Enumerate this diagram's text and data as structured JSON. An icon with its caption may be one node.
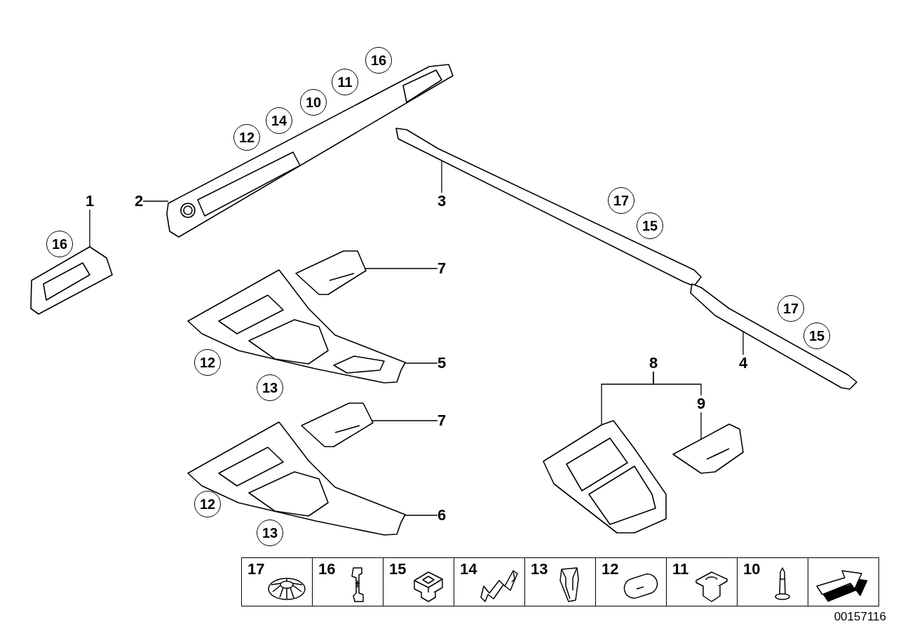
{
  "diagram": {
    "nodes": [
      {
        "text": [
          "1"
        ]
      },
      {
        "text": [],
        "shape": "picture"
      },
      {
        "text": [
          "2"
        ]
      },
      {
        "text": [],
        "shape": "picture"
      },
      {
        "text": [
          "3"
        ]
      },
      {
        "text": [],
        "shape": "picture"
      },
      {
        "text": [
          "4"
        ]
      },
      {
        "text": [],
        "shape": "picture"
      },
      {
        "text": [
          "5"
        ]
      },
      {
        "text": [],
        "shape": "picture"
      },
      {
        "text": [
          "6"
        ]
      },
      {
        "text": [],
        "shape": "picture"
      },
      {
        "text": [
          "7"
        ]
      },
      {
        "text": [],
        "shape": "picture"
      },
      {
        "text": [
          "7"
        ]
      },
      {
        "text": [],
        "shape": "picture"
      },
      {
        "text": [
          "8"
        ]
      },
      {
        "text": [],
        "shape": "picture"
      },
      {
        "text": [
          "9"
        ]
      },
      {
        "text": [],
        "shape": "picture"
      },
      {
        "text": [
          "16"
        ]
      },
      {
        "text": [
          "12"
        ]
      },
      {
        "text": [
          "14"
        ]
      },
      {
        "text": [
          "10"
        ]
      },
      {
        "text": [
          "11"
        ]
      },
      {
        "text": [
          "16"
        ]
      },
      {
        "text": [
          "17"
        ]
      },
      {
        "text": [
          "15"
        ]
      },
      {
        "text": [
          "17"
        ]
      },
      {
        "text": [
          "15"
        ]
      },
      {
        "text": [
          "12"
        ]
      },
      {
        "text": [
          "13"
        ]
      },
      {
        "text": [
          "12"
        ]
      },
      {
        "text": [
          "13"
        ]
      }
    ],
    "edges": [
      {
        "from": 0,
        "to": 1,
        "arrow": "none"
      },
      {
        "from": 2,
        "to": 3,
        "arrow": "none"
      },
      {
        "from": 4,
        "to": 5,
        "arrow": "none"
      },
      {
        "from": 6,
        "to": 7,
        "arrow": "none"
      },
      {
        "from": 8,
        "to": 9,
        "arrow": "none"
      },
      {
        "from": 10,
        "to": 11,
        "arrow": "none"
      },
      {
        "from": 12,
        "to": 13,
        "arrow": "none"
      },
      {
        "from": 14,
        "to": 15,
        "arrow": "none"
      },
      {
        "from": 16,
        "to": 17,
        "arrow": "none"
      },
      {
        "from": 16,
        "to": 18,
        "arrow": "none"
      },
      {
        "from": 18,
        "to": 19,
        "arrow": "none"
      }
    ],
    "labels": [
      "17",
      "16",
      "15",
      "14",
      "13",
      "12",
      "11",
      "10",
      "00157116"
    ]
  }
}
